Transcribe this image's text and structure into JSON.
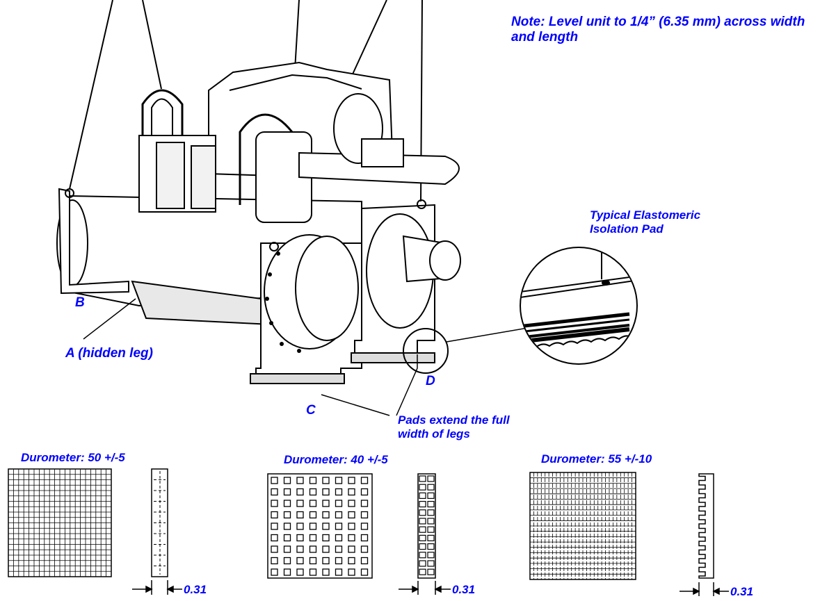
{
  "note": "Note: Level unit to 1/4” (6.35 mm) across width and length",
  "inset_title_line1": "Typical Elastomeric",
  "inset_title_line2": "Isolation Pad",
  "legs": {
    "a": "A (hidden leg)",
    "b": "B",
    "c": "C",
    "d": "D"
  },
  "pads_note_line1": "Pads extend the full",
  "pads_note_line2": "width of legs",
  "pads": [
    {
      "durometer": "Durometer: 50 +/-5",
      "thickness": "0.31",
      "pattern": "fine-grid"
    },
    {
      "durometer": "Durometer: 40 +/-5",
      "thickness": "0.31",
      "pattern": "square-holes"
    },
    {
      "durometer": "Durometer: 55 +/-10",
      "thickness": "0.31",
      "pattern": "ribbed"
    }
  ],
  "colors": {
    "label": "#0000ff",
    "line": "#000000",
    "fill": "#ffffff",
    "shade": "#d8d8d8"
  }
}
